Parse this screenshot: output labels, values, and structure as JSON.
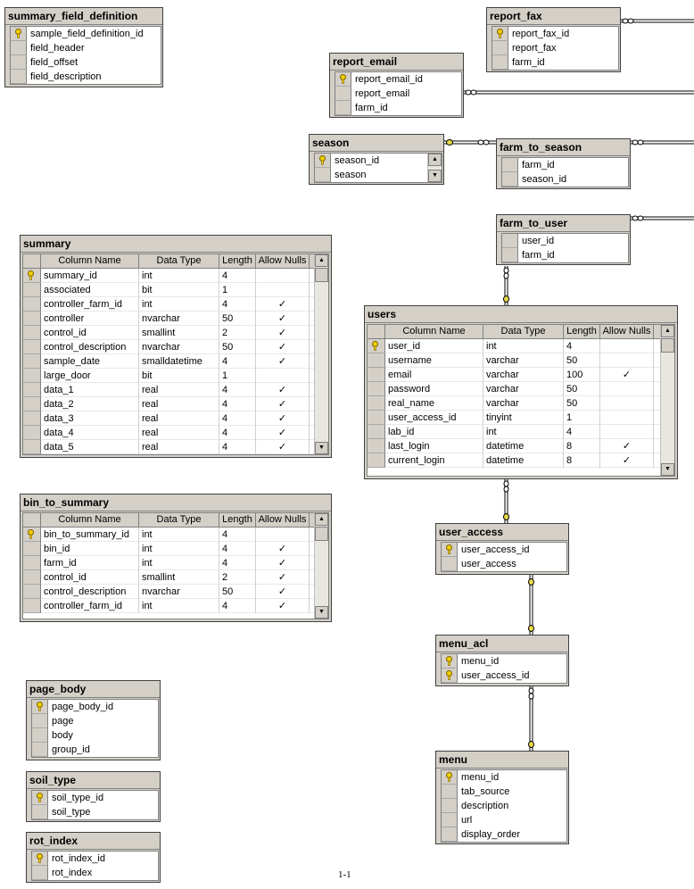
{
  "tables": {
    "summary_field_definition": {
      "title": "summary_field_definition",
      "cols": [
        {
          "name": "sample_field_definition_id",
          "key": true
        },
        {
          "name": "field_header"
        },
        {
          "name": "field_offset"
        },
        {
          "name": "field_description"
        }
      ]
    },
    "report_fax": {
      "title": "report_fax",
      "cols": [
        {
          "name": "report_fax_id",
          "key": true
        },
        {
          "name": "report_fax"
        },
        {
          "name": "farm_id"
        }
      ]
    },
    "report_email": {
      "title": "report_email",
      "cols": [
        {
          "name": "report_email_id",
          "key": true
        },
        {
          "name": "report_email"
        },
        {
          "name": "farm_id"
        }
      ]
    },
    "season": {
      "title": "season",
      "cols": [
        {
          "name": "season_id",
          "key": true
        },
        {
          "name": "season"
        }
      ]
    },
    "farm_to_season": {
      "title": "farm_to_season",
      "cols": [
        {
          "name": "farm_id"
        },
        {
          "name": "season_id"
        }
      ]
    },
    "farm_to_user": {
      "title": "farm_to_user",
      "cols": [
        {
          "name": "user_id"
        },
        {
          "name": "farm_id"
        }
      ]
    },
    "user_access": {
      "title": "user_access",
      "cols": [
        {
          "name": "user_access_id",
          "key": true
        },
        {
          "name": "user_access"
        }
      ]
    },
    "menu_acl": {
      "title": "menu_acl",
      "cols": [
        {
          "name": "menu_id",
          "key": true
        },
        {
          "name": "user_access_id",
          "key": true
        }
      ]
    },
    "menu": {
      "title": "menu",
      "cols": [
        {
          "name": "menu_id",
          "key": true
        },
        {
          "name": "tab_source"
        },
        {
          "name": "description"
        },
        {
          "name": "url"
        },
        {
          "name": "display_order"
        }
      ]
    },
    "page_body": {
      "title": "page_body",
      "cols": [
        {
          "name": "page_body_id",
          "key": true
        },
        {
          "name": "page"
        },
        {
          "name": "body"
        },
        {
          "name": "group_id"
        }
      ]
    },
    "soil_type": {
      "title": "soil_type",
      "cols": [
        {
          "name": "soil_type_id",
          "key": true
        },
        {
          "name": "soil_type"
        }
      ]
    },
    "rot_index": {
      "title": "rot_index",
      "cols": [
        {
          "name": "rot_index_id",
          "key": true
        },
        {
          "name": "rot_index"
        }
      ]
    }
  },
  "grid_headers": {
    "column_name": "Column Name",
    "data_type": "Data Type",
    "length": "Length",
    "allow_nulls": "Allow Nulls"
  },
  "grids": {
    "summary": {
      "title": "summary",
      "rows": [
        {
          "name": "summary_id",
          "type": "int",
          "len": "4",
          "nulls": "",
          "key": true
        },
        {
          "name": "associated",
          "type": "bit",
          "len": "1",
          "nulls": ""
        },
        {
          "name": "controller_farm_id",
          "type": "int",
          "len": "4",
          "nulls": "✓"
        },
        {
          "name": "controller",
          "type": "nvarchar",
          "len": "50",
          "nulls": "✓"
        },
        {
          "name": "control_id",
          "type": "smallint",
          "len": "2",
          "nulls": "✓"
        },
        {
          "name": "control_description",
          "type": "nvarchar",
          "len": "50",
          "nulls": "✓"
        },
        {
          "name": "sample_date",
          "type": "smalldatetime",
          "len": "4",
          "nulls": "✓"
        },
        {
          "name": "large_door",
          "type": "bit",
          "len": "1",
          "nulls": ""
        },
        {
          "name": "data_1",
          "type": "real",
          "len": "4",
          "nulls": "✓"
        },
        {
          "name": "data_2",
          "type": "real",
          "len": "4",
          "nulls": "✓"
        },
        {
          "name": "data_3",
          "type": "real",
          "len": "4",
          "nulls": "✓"
        },
        {
          "name": "data_4",
          "type": "real",
          "len": "4",
          "nulls": "✓"
        },
        {
          "name": "data_5",
          "type": "real",
          "len": "4",
          "nulls": "✓"
        }
      ]
    },
    "bin_to_summary": {
      "title": "bin_to_summary",
      "rows": [
        {
          "name": "bin_to_summary_id",
          "type": "int",
          "len": "4",
          "nulls": "",
          "key": true
        },
        {
          "name": "bin_id",
          "type": "int",
          "len": "4",
          "nulls": "✓"
        },
        {
          "name": "farm_id",
          "type": "int",
          "len": "4",
          "nulls": "✓"
        },
        {
          "name": "control_id",
          "type": "smallint",
          "len": "2",
          "nulls": "✓"
        },
        {
          "name": "control_description",
          "type": "nvarchar",
          "len": "50",
          "nulls": "✓"
        },
        {
          "name": "controller_farm_id",
          "type": "int",
          "len": "4",
          "nulls": "✓"
        }
      ]
    },
    "users": {
      "title": "users",
      "rows": [
        {
          "name": "user_id",
          "type": "int",
          "len": "4",
          "nulls": "",
          "key": true
        },
        {
          "name": "username",
          "type": "varchar",
          "len": "50",
          "nulls": ""
        },
        {
          "name": "email",
          "type": "varchar",
          "len": "100",
          "nulls": "✓"
        },
        {
          "name": "password",
          "type": "varchar",
          "len": "50",
          "nulls": ""
        },
        {
          "name": "real_name",
          "type": "varchar",
          "len": "50",
          "nulls": ""
        },
        {
          "name": "user_access_id",
          "type": "tinyint",
          "len": "1",
          "nulls": ""
        },
        {
          "name": "lab_id",
          "type": "int",
          "len": "4",
          "nulls": ""
        },
        {
          "name": "last_login",
          "type": "datetime",
          "len": "8",
          "nulls": "✓"
        },
        {
          "name": "current_login",
          "type": "datetime",
          "len": "8",
          "nulls": "✓"
        }
      ]
    }
  },
  "page_label": "1-1"
}
